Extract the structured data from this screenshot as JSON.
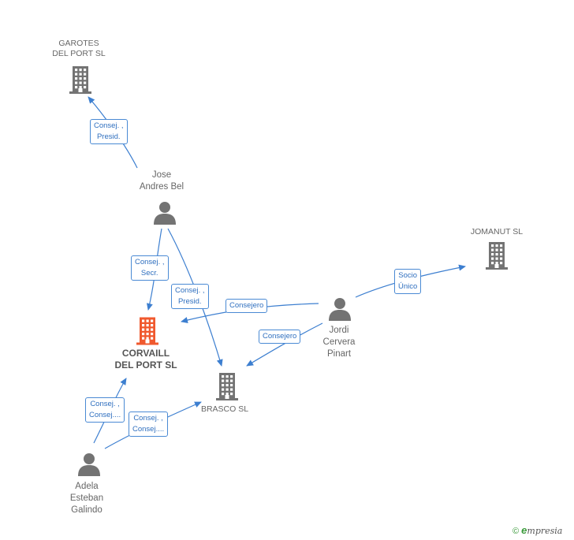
{
  "colors": {
    "edge": "#3d7fd0",
    "company": "#737373",
    "main_company": "#f0592e",
    "person": "#737373"
  },
  "nodes": {
    "garotes": {
      "lines": [
        "GAROTES",
        "DEL PORT  SL"
      ],
      "icon": "building-icon"
    },
    "jose": {
      "lines": [
        "Jose",
        "Andres Bel"
      ],
      "icon": "person-icon"
    },
    "jomanut": {
      "lines": [
        "JOMANUT  SL"
      ],
      "icon": "building-icon"
    },
    "jordi": {
      "lines": [
        "Jordi",
        "Cervera",
        "Pinart"
      ],
      "icon": "person-icon"
    },
    "corvaill": {
      "lines": [
        "CORVAILL",
        "DEL PORT  SL"
      ],
      "icon": "building-icon"
    },
    "brasco": {
      "lines": [
        "BRASCO SL"
      ],
      "icon": "building-icon"
    },
    "adela": {
      "lines": [
        "Adela",
        "Esteban",
        "Galindo"
      ],
      "icon": "person-icon"
    }
  },
  "edge_labels": {
    "jose_garotes": [
      "Consej. ,",
      "Presid."
    ],
    "jose_corvaill": [
      "Consej. ,",
      "Secr."
    ],
    "jose_brasco": [
      "Consej. ,",
      "Presid."
    ],
    "jordi_corvaill": [
      "Consejero"
    ],
    "jordi_brasco": [
      "Consejero"
    ],
    "jordi_jomanut": [
      "Socio",
      "Único"
    ],
    "adela_corvaill": [
      "Consej. ,",
      "Consej...."
    ],
    "adela_brasco": [
      "Consej. ,",
      "Consej...."
    ]
  },
  "brand": {
    "symbol": "©",
    "initial": "e",
    "rest": "mpresia"
  }
}
